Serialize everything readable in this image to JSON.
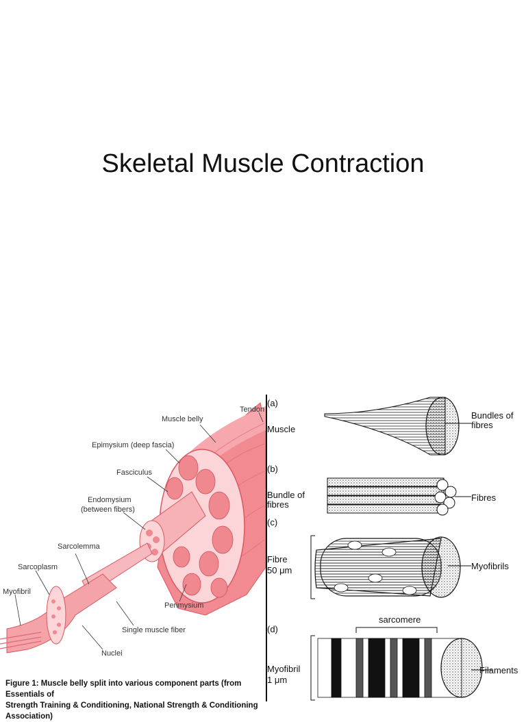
{
  "slide": {
    "title": "Skeletal Muscle Contraction"
  },
  "left_figure": {
    "labels": {
      "tendon": "Tendon",
      "muscle_belly": "Muscle belly",
      "epimysium": "Epimysium (deep fascia)",
      "fasciculus": "Fasciculus",
      "endomysium": "Endomysium",
      "endomysium_sub": "(between fibers)",
      "sarcolemma": "Sarcolemma",
      "sarcoplasm": "Sarcoplasm",
      "myofibril": "Myofibril",
      "perimysium": "Perimysium",
      "single_muscle_fiber": "Single muscle fiber",
      "nuclei": "Nuclei"
    },
    "caption_line1": "Figure 1: Muscle belly split into various component parts (from Essentials of",
    "caption_line2": "Strength Training & Conditioning, National Strength & Conditioning Association)"
  },
  "right_figure": {
    "a_letter": "(a)",
    "a_label": "Muscle",
    "a_right": "Bundles of fibres",
    "b_letter": "(b)",
    "b_label": "Bundle of fibres",
    "b_right": "Fibres",
    "c_letter": "(c)",
    "c_label": "Fibre",
    "c_size": "50 μm",
    "c_right": "Myofibrils",
    "d_letter": "(d)",
    "d_label": "Myofibril",
    "d_size": "1 μm",
    "d_top": "sarcomere",
    "d_right": "Filaments"
  },
  "colors": {
    "muscle_pink": "#f28a92",
    "muscle_light": "#f9c5c8",
    "muscle_dark": "#d9575f"
  }
}
